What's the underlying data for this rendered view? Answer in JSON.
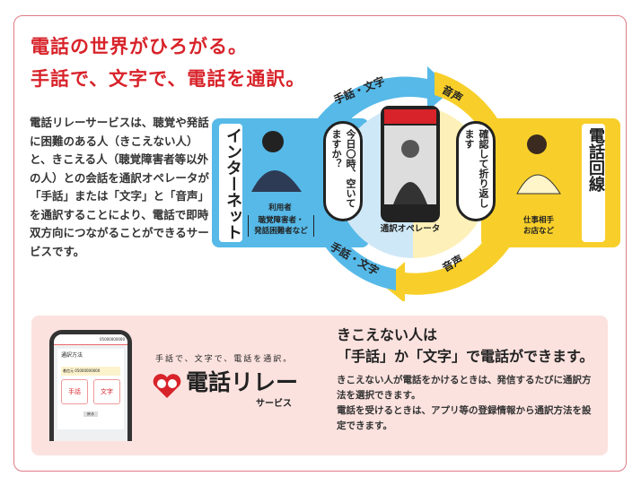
{
  "headline": {
    "line1": "電話の世界がひろがる。",
    "line2": "手話で、文字で、電話を通訳。"
  },
  "description": "電話リレーサービスは、聴覚や発話に困難のある人（きこえない人）と、きこえる人（聴覚障害者等以外の人）との会話を通訳オペレータが「手話」または「文字」と「音声」を通訳することにより、電話で即時双方向につながることができるサービスです。",
  "diagram": {
    "left_label": "インターネット",
    "right_label": "電話回線",
    "arrow_top_left": "手話・文字",
    "arrow_top_right": "音声",
    "arrow_bottom_left": "手話・文字",
    "arrow_bottom_right": "音声",
    "bubble_left": "今日〇時、空いてますか？",
    "bubble_right": "確認して折り返します",
    "user_label": "利用者",
    "user_sub1": "聴覚障害者・",
    "user_sub2": "発話困難者など",
    "operator_label": "通訳オペレータ",
    "partner_line1": "仕事相手",
    "partner_line2": "お店など",
    "colors": {
      "blue": "#56b9e8",
      "yellow": "#f8cf2a",
      "red": "#d8232a"
    }
  },
  "app_mock": {
    "status_number": "05000000000",
    "title": "通訳方法",
    "notice": "着信元 05000000000",
    "btn_sign": "手話",
    "btn_text": "文字",
    "footer_btn": "戻る"
  },
  "logo": {
    "tagline": "手話で、文字で、電話を通訳。",
    "name_main": "電話リレー",
    "name_sub": "サービス"
  },
  "info": {
    "heading1": "きこえない人は",
    "heading2": "「手話」か「文字」で電話ができます。",
    "body1": "きこえない人が電話をかけるときは、発信するたびに通訳方法を選択できます。",
    "body2": "電話を受けるときは、アプリ等の登録情報から通訳方法を設定できます。"
  }
}
